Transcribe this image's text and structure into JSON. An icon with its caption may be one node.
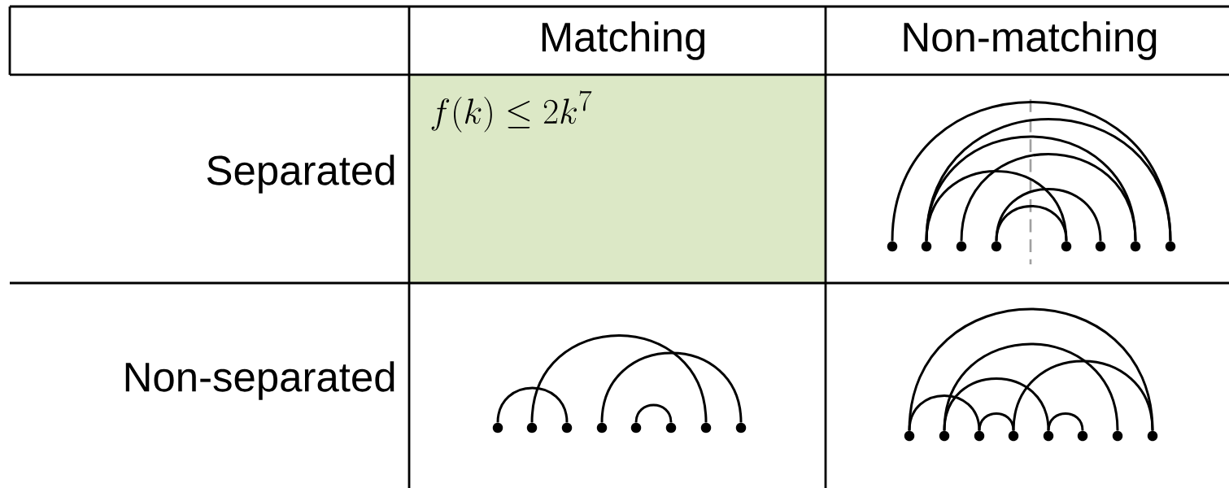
{
  "diagram": {
    "nodes": [
      {
        "text": [],
        "shape": "circle"
      },
      {
        "text": [],
        "shape": "circle"
      },
      {
        "text": [],
        "shape": "circle"
      },
      {
        "text": [],
        "shape": "circle"
      },
      {
        "text": [],
        "shape": "circle"
      },
      {
        "text": [],
        "shape": "circle"
      },
      {
        "text": [],
        "shape": "circle"
      },
      {
        "text": [],
        "shape": "circle"
      },
      {
        "text": [],
        "shape": "circle"
      },
      {
        "text": [],
        "shape": "circle"
      },
      {
        "text": [],
        "shape": "circle"
      },
      {
        "text": [],
        "shape": "circle"
      },
      {
        "text": [],
        "shape": "circle"
      },
      {
        "text": [],
        "shape": "circle"
      },
      {
        "text": [],
        "shape": "circle"
      },
      {
        "text": [],
        "shape": "circle"
      },
      {
        "text": [],
        "shape": "circle"
      },
      {
        "text": [],
        "shape": "circle"
      },
      {
        "text": [],
        "shape": "circle"
      },
      {
        "text": [],
        "shape": "circle"
      },
      {
        "text": [],
        "shape": "circle"
      },
      {
        "text": [],
        "shape": "circle"
      },
      {
        "text": [],
        "shape": "circle"
      },
      {
        "text": [],
        "shape": "circle"
      }
    ],
    "edges": [
      {
        "from": 0,
        "to": 7,
        "arrow": "none"
      },
      {
        "from": 1,
        "to": 7,
        "arrow": "none"
      },
      {
        "from": 1,
        "to": 6,
        "arrow": "none"
      },
      {
        "from": 2,
        "to": 6,
        "arrow": "none"
      },
      {
        "from": 1,
        "to": 4,
        "arrow": "none"
      },
      {
        "from": 3,
        "to": 5,
        "arrow": "none"
      },
      {
        "from": 3,
        "to": 4,
        "arrow": "none"
      },
      {
        "from": 8,
        "to": 10,
        "arrow": "none"
      },
      {
        "from": 9,
        "to": 14,
        "arrow": "none"
      },
      {
        "from": 11,
        "to": 15,
        "arrow": "none"
      },
      {
        "from": 12,
        "to": 13,
        "arrow": "none"
      },
      {
        "from": 16,
        "to": 23,
        "arrow": "none"
      },
      {
        "from": 17,
        "to": 22,
        "arrow": "none"
      },
      {
        "from": 19,
        "to": 23,
        "arrow": "none"
      },
      {
        "from": 17,
        "to": 20,
        "arrow": "none"
      },
      {
        "from": 16,
        "to": 18,
        "arrow": "none"
      },
      {
        "from": 18,
        "to": 19,
        "arrow": "none"
      },
      {
        "from": 20,
        "to": 21,
        "arrow": "none"
      }
    ],
    "labels": [
      "Matching",
      "Non-matching",
      "Separated",
      "f(k) \\le 2k^{7}",
      "Non-separated"
    ]
  }
}
